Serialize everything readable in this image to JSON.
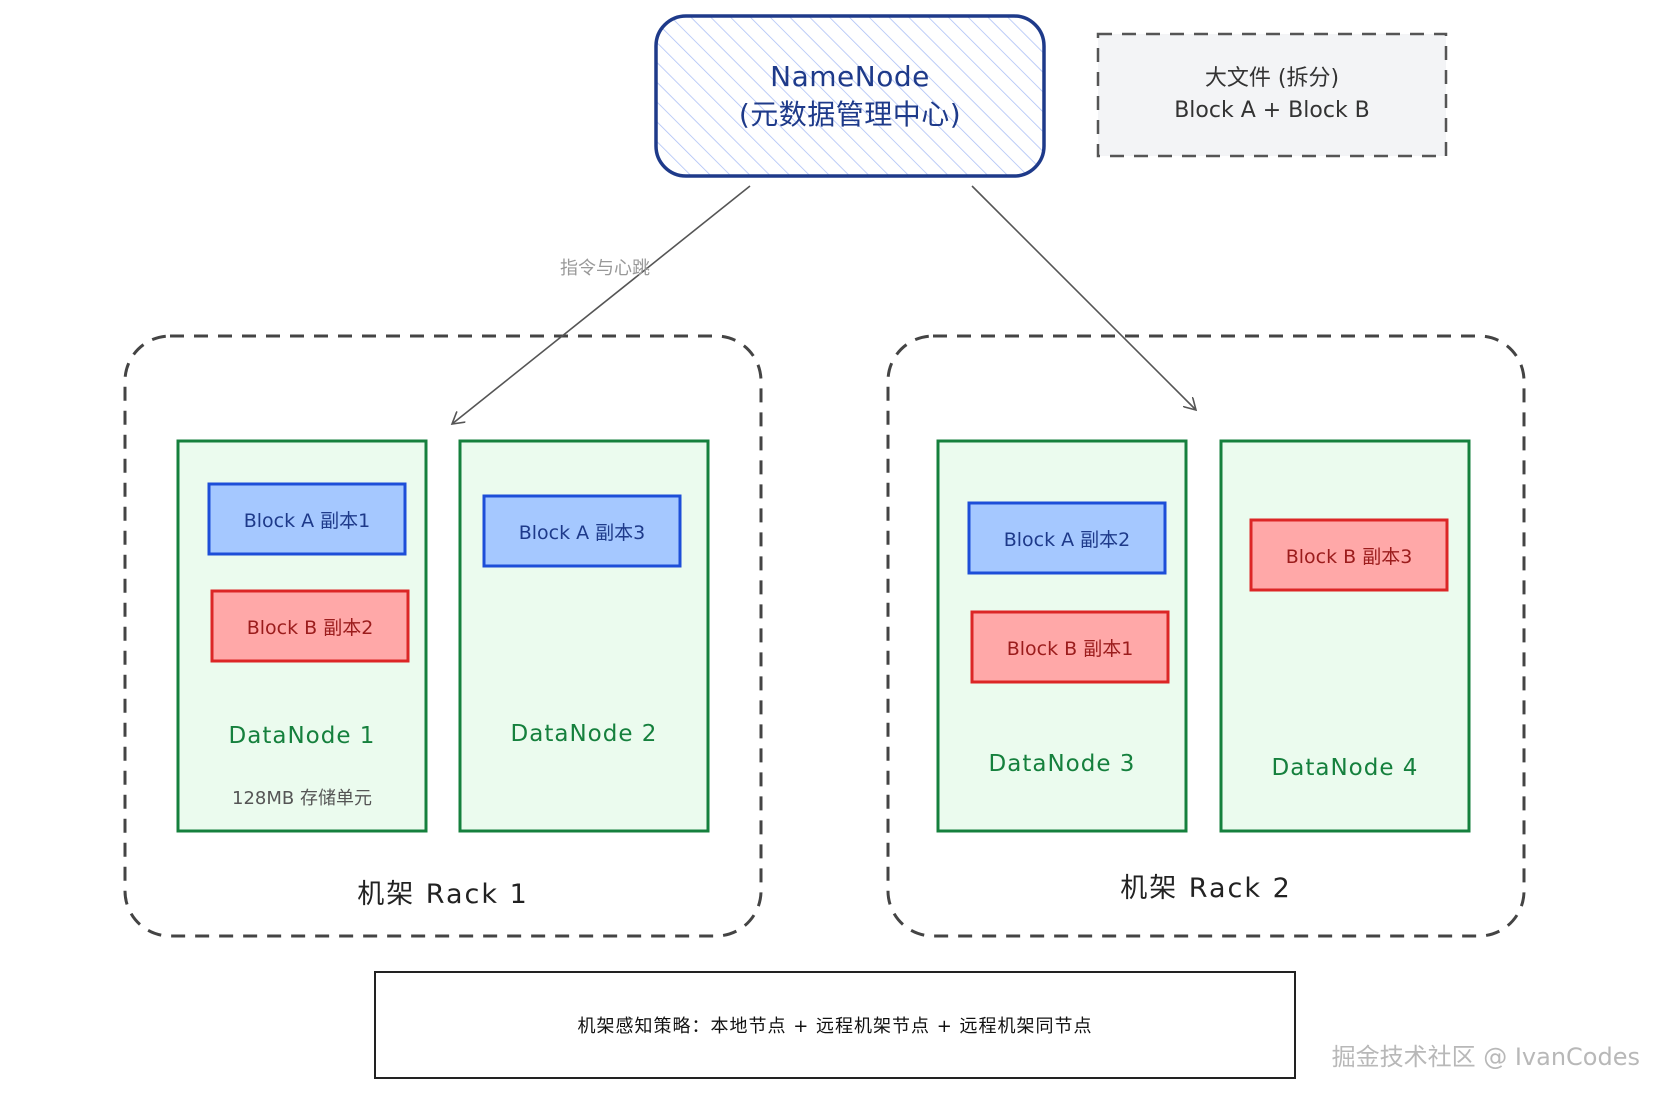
{
  "namenode": {
    "title": "NameNode",
    "subtitle": "(元数据管理中心)"
  },
  "big_file": {
    "line1": "大文件 (拆分)",
    "line2": "Block A + Block B"
  },
  "edge_label": "指令与心跳",
  "racks": [
    {
      "label": "机架 Rack 1",
      "datanodes": [
        {
          "label": "DataNode 1",
          "note": "128MB 存储单元",
          "blocks": [
            {
              "label": "Block A 副本1",
              "kind": "A"
            },
            {
              "label": "Block B 副本2",
              "kind": "B"
            }
          ]
        },
        {
          "label": "DataNode 2",
          "blocks": [
            {
              "label": "Block A 副本3",
              "kind": "A"
            }
          ]
        }
      ]
    },
    {
      "label": "机架 Rack 2",
      "datanodes": [
        {
          "label": "DataNode 3",
          "blocks": [
            {
              "label": "Block A 副本2",
              "kind": "A"
            },
            {
              "label": "Block B 副本1",
              "kind": "B"
            }
          ]
        },
        {
          "label": "DataNode 4",
          "blocks": [
            {
              "label": "Block B 副本3",
              "kind": "B"
            }
          ]
        }
      ]
    }
  ],
  "strategy": "机架感知策略：本地节点 + 远程机架节点 + 远程机架同节点",
  "watermark": "掘金技术社区 @ IvanCodes",
  "colors": {
    "namenode_stroke": "#1e3a8a",
    "namenode_fill": "#dbe4ff",
    "block_a_fill": "#a5c8ff",
    "block_a_stroke": "#1d4ed8",
    "block_b_fill": "#ffa8a8",
    "block_b_stroke": "#dc2626",
    "datanode_fill": "#ebfbee",
    "datanode_stroke": "#15803d",
    "rack_stroke": "#444444"
  }
}
